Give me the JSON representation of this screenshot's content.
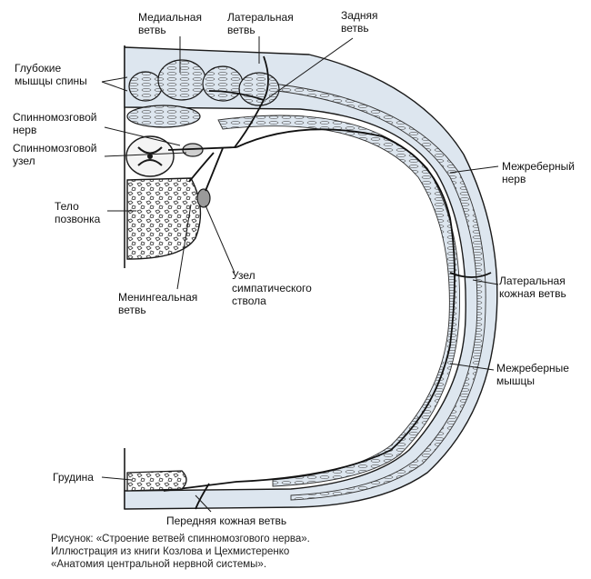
{
  "labels": {
    "medial_branch": "Медиальная\nветвь",
    "lateral_branch": "Латеральная\nветвь",
    "posterior_branch": "Задняя\nветвь",
    "deep_back_muscles": "Глубокие\nмышцы спины",
    "spinal_nerve": "Спинномозговой\nнерв",
    "spinal_ganglion": "Спинномозговой\nузел",
    "vertebral_body": "Тело\nпозвонка",
    "meningeal_branch": "Менингеальная\nветвь",
    "sympathetic_ganglion": "Узел\nсимпатического\nствола",
    "intercostal_nerve": "Межреберный\nнерв",
    "lateral_cutaneous_branch": "Латеральная\nкожная ветвь",
    "intercostal_muscles": "Межреберные\nмышцы",
    "sternum": "Грудина",
    "anterior_cutaneous_branch": "Передняя кожная ветвь"
  },
  "caption": "Рисунок: «Строение ветвей спинномозгового нерва».\nИллюстрация из книги Козлова и Цехмистеренко\n«Анатомия центральной нервной системы».",
  "colors": {
    "ink": "#1a1a1a",
    "tissue": "#dde6ef",
    "background": "#ffffff"
  }
}
